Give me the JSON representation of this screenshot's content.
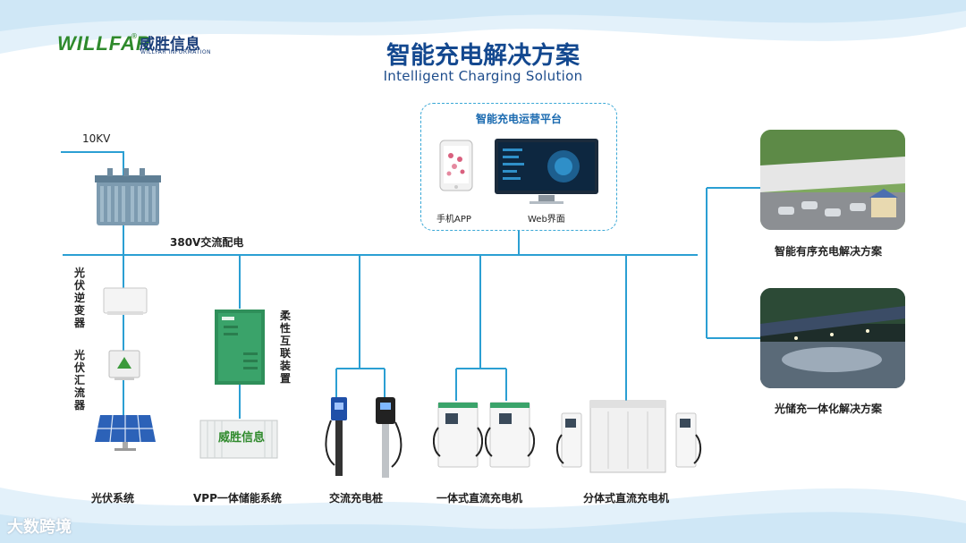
{
  "header": {
    "logo_brand": "WILLFAR",
    "logo_registered": "®",
    "logo_cn": "威胜信息",
    "logo_en": "WILLFAR INFORMATION",
    "title": "智能充电解决方案",
    "subtitle": "Intelligent Charging Solution"
  },
  "grid": {
    "voltage_in": "10KV",
    "bus_label": "380V交流配电"
  },
  "platform": {
    "title": "智能充电运营平台",
    "app_label": "手机APP",
    "web_label": "Web界面"
  },
  "left_chain": {
    "inverter_label": "光伏逆变器",
    "combiner_label": "光伏汇流器",
    "pv_system_label": "光伏系统",
    "flex_device_label": "柔性互联装置",
    "vpp_label": "VPP一体储能系统",
    "container_brand": "威胜信息"
  },
  "chargers": {
    "ac_label": "交流充电桩",
    "integrated_dc_label": "一体式直流充电机",
    "split_dc_label": "分体式直流充电机"
  },
  "solutions": {
    "ordered_label": "智能有序充电解决方案",
    "storage_label": "光储充一体化解决方案"
  },
  "colors": {
    "line": "#2b9fd3",
    "title": "#13488f",
    "brand_green": "#2f8a2c"
  },
  "watermark": "大数跨境"
}
